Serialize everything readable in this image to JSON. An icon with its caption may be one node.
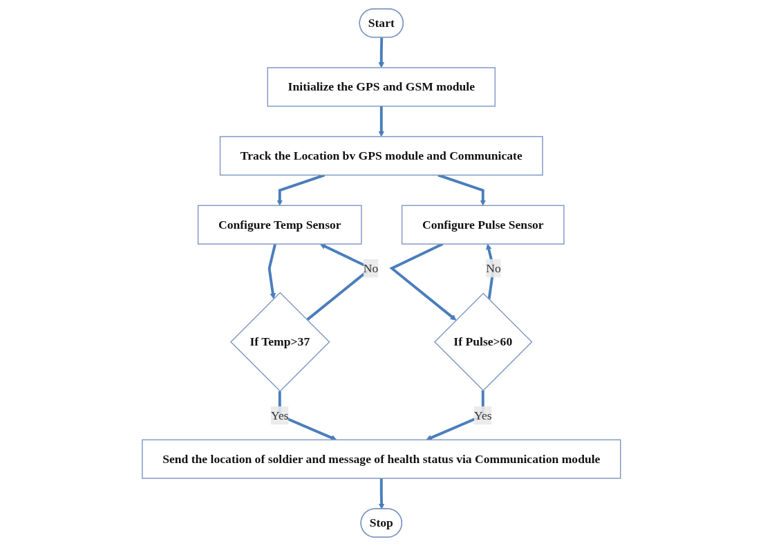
{
  "diagram": {
    "nodes": [
      {
        "text": [
          "Start"
        ]
      },
      {
        "text": [
          "Initialize the GPS and GSM module"
        ]
      },
      {
        "text": [
          "Track the Location bv GPS module and Communicate"
        ]
      },
      {
        "text": [
          "Configure Temp Sensor"
        ]
      },
      {
        "text": [
          "Configure Pulse Sensor"
        ]
      },
      {
        "text": [
          "If Temp>37"
        ]
      },
      {
        "text": [
          "If Pulse>60"
        ]
      },
      {
        "text": [
          "Send the location of soldier and message of health status via Communication module"
        ]
      },
      {
        "text": [
          "Stop"
        ]
      }
    ],
    "edges": [
      {
        "from": 0,
        "to": 1,
        "arrow": "to"
      },
      {
        "from": 1,
        "to": 2,
        "arrow": "to"
      },
      {
        "from": 2,
        "to": 3,
        "arrow": "to"
      },
      {
        "from": 2,
        "to": 4,
        "arrow": "to"
      },
      {
        "from": 3,
        "to": 5,
        "arrow": "to"
      },
      {
        "from": 5,
        "to": 3,
        "arrow": "to",
        "label": "No"
      },
      {
        "from": 4,
        "to": 6,
        "arrow": "to"
      },
      {
        "from": 6,
        "to": 4,
        "arrow": "to",
        "label": "No"
      },
      {
        "from": 5,
        "to": 7,
        "arrow": "to",
        "label": "Yes"
      },
      {
        "from": 6,
        "to": 7,
        "arrow": "to",
        "label": "Yes"
      },
      {
        "from": 7,
        "to": 8,
        "arrow": "to"
      }
    ]
  }
}
